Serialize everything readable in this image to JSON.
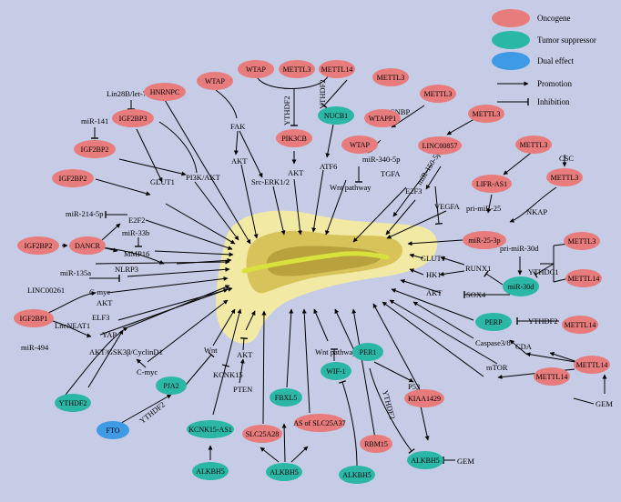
{
  "legend": {
    "oncogene": "Oncogene",
    "tumor_suppressor": "Tumor suppressor",
    "dual_effect": "Dual effect",
    "promotion": "Promotion",
    "inhibition": "Inhibition"
  },
  "colors": {
    "background": "#c6cbe6",
    "oncogene": "#e87c7c",
    "tumor_suppressor": "#2bb7a6",
    "dual_effect": "#3f9ae6",
    "pancreas": "#f2e9a5",
    "tumor": "#d8c35a",
    "vessel": "#d7e33a"
  },
  "nodes": {
    "hnrnpc": "HNRNPC",
    "wtap1": "WTAP",
    "wtap2": "WTAP",
    "mettl3a": "METTL3",
    "mettl14a": "METTL14",
    "mettl3b": "METTL3",
    "mettl3c": "METTL3",
    "mettl3d": "METTL3",
    "mettl3e": "METTL3",
    "mettl3f": "METTL3",
    "mettl3g": "METTL3",
    "mettl14b": "METTL14",
    "mettl14c": "METTL14",
    "mettl14d": "METTL14",
    "mettl14e": "METTL14",
    "igf2bp3": "IGF2BP3",
    "igf2bp2a": "IGF2BP2",
    "igf2bp2b": "IGF2BP2",
    "igf2bp2c": "IGF2BP2",
    "igf2bp1": "IGF2BP1",
    "dancr": "DANCR",
    "nucb1": "NUCB1",
    "pik3cb": "PIK3CB",
    "wtap_mid": "WTAP",
    "wtapp1": "WTAPP1",
    "linc00857": "LINC00857",
    "lifr_as1": "LIFR-AS1",
    "mir25": "miR-25-3p",
    "mir30d": "miR-30d",
    "perp": "PERP",
    "ythdf2a": "YTHDF2",
    "pja2": "PJA2",
    "fto": "FTO",
    "kcnk15_as1": "KCNK15-AS1",
    "alkbh5a": "ALKBH5",
    "slc25a28": "SLC25A28",
    "fbxl5": "FBXL5",
    "as_slc25a37": "AS of SLC25A37",
    "alkbh5b": "ALKBH5",
    "wif1": "WIF-1",
    "alkbh5c": "ALKBH5",
    "per1": "PER1",
    "alkbh5d": "ALKBH5",
    "rbm15": "RBM15",
    "kiaa1429": "KIAA1429"
  },
  "labels": {
    "lin28b": "Lin28B/let-7",
    "mir141": "miR-141",
    "glut1_left": "GLUT1",
    "pi3k_akt": "PI3K/AKT",
    "fak": "FAK",
    "akt_fak": "AKT",
    "src_erk": "Src-ERK1/2",
    "ythdf2_v1": "YTHDF2",
    "akt_pik": "AKT",
    "ythdf2_v2": "YTHDF2",
    "cnbp": "CNBP",
    "atf6": "ATF6",
    "mir340": "miR-340-5p",
    "wnt1": "Wnt pathway",
    "tgfa": "TGFA",
    "mir150": "miR-150-5p",
    "e2f3": "E2F3",
    "vegfa": "VEGFA",
    "pri_mir25": "pri-miR-25",
    "csc": "CSC",
    "nkap": "NKAP",
    "pri_mir30d": "pri-miR-30d",
    "ythdc1": "YTHDC1",
    "glut1_right": "GLUT1",
    "hk1": "HK1",
    "runx1": "RUNX1",
    "sox4": "SOX4",
    "akt_right": "AKT",
    "ythdf2_right": "YTHDF2",
    "caspase": "Caspase3/8",
    "cda": "CDA",
    "mtor": "mTOR",
    "gem1": "GEM",
    "gem2": "GEM",
    "p53": "P53",
    "ythdf2_v3": "YTHDF2",
    "wnt2": "Wnt pathway",
    "pten": "PTEN",
    "akt_pten": "AKT",
    "kcnk15": "KCNK15",
    "wnt3": "Wnt",
    "ythdf2_v4": "YTHDF2",
    "cmyc2": "C-myc",
    "akt_gsk": "AKT/GSK3β/CyclinD1",
    "yap": "YAP",
    "mir214": "miR-214-5p",
    "e2f2": "E2F2",
    "mir33b": "miR-33b",
    "mmp16": "MMP16",
    "nlrp3": "NLRP3",
    "mir135a": "miR-135a",
    "linc00261": "LINC00261",
    "cmyc1": "C-myc",
    "akt_left": "AKT",
    "lncneat1": "LncNEAT1",
    "elf3": "ELF3",
    "mir494": "miR-494"
  }
}
